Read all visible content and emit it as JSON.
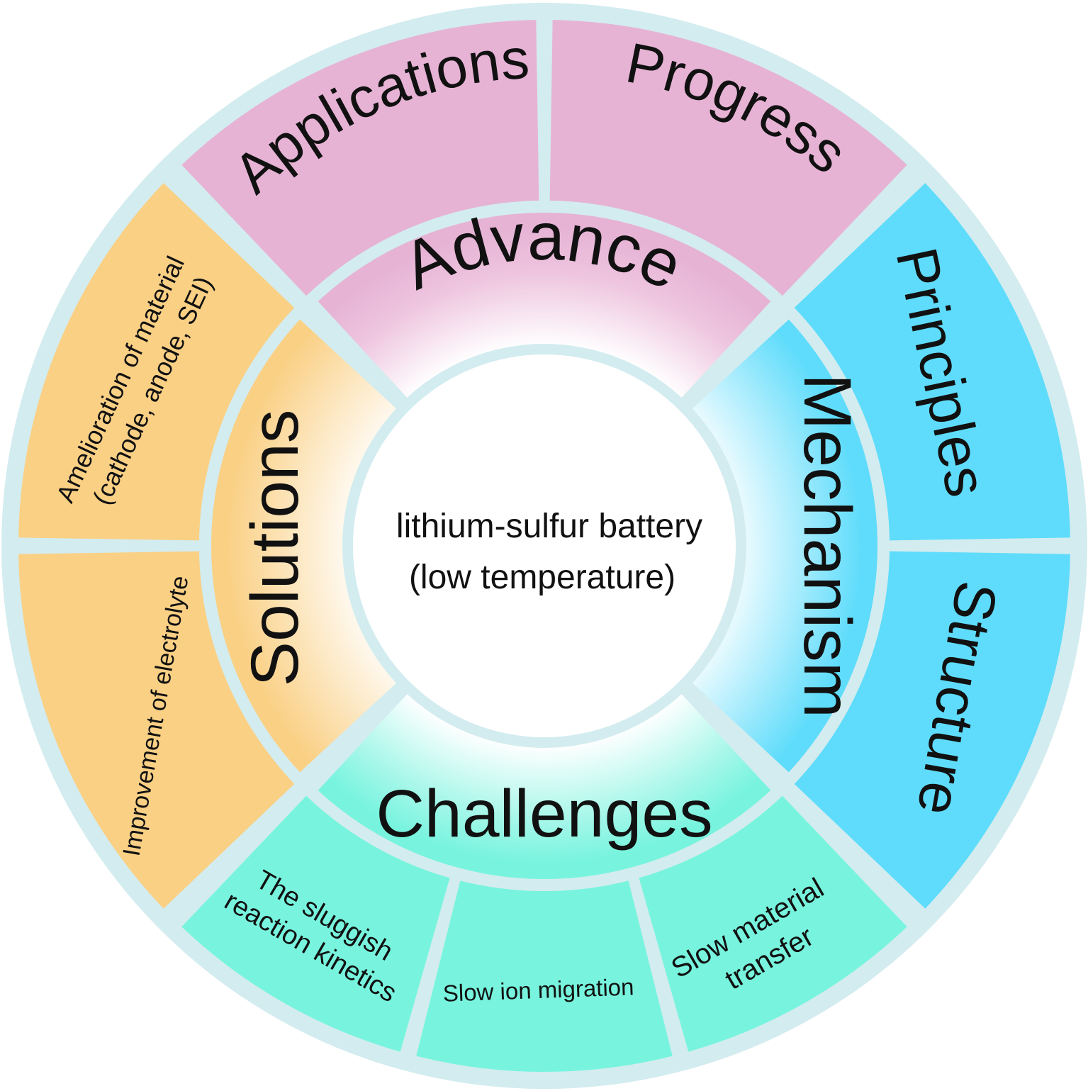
{
  "center": {
    "line1": "lithium-sulfur battery",
    "line2": "(low temperature)"
  },
  "inner_ring": {
    "advance": "Advance",
    "mechanism": "Mechanism",
    "challenges": "Challenges",
    "solutions": "Solutions"
  },
  "outer_ring": {
    "applications": "Applications",
    "progress": "Progress",
    "principles": "Principles",
    "structure": "Structure",
    "slow_material_transfer": [
      "Slow material",
      "transfer"
    ],
    "slow_ion_migration": "Slow ion migration",
    "sluggish_kinetics": [
      "The sluggish",
      "reaction kinetics"
    ],
    "improvement_electrolyte": "Improvement of electrolyte",
    "amelioration_material": [
      "Amelioration of material",
      "(cathode, anode, SEI)"
    ]
  },
  "colors": {
    "ring_background": "#d3ecef",
    "advance": "#e6b3d5",
    "mechanism": "#5fdcfb",
    "challenges": "#78f4de",
    "solutions": "#fad085"
  }
}
